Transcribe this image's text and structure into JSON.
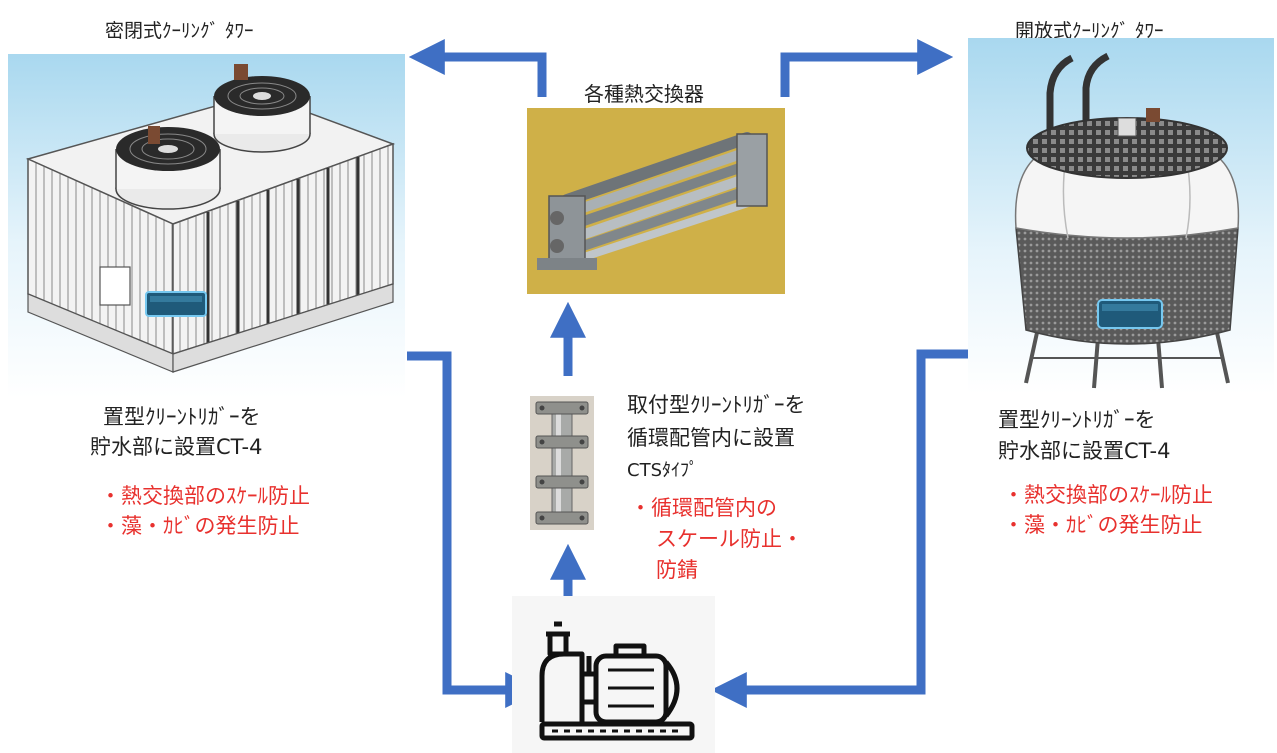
{
  "left_tower": {
    "title": "密閉式ｸｰﾘﾝｸﾞ ﾀﾜｰ",
    "caption_line1": "置型ｸﾘｰﾝﾄﾘｶﾞｰを",
    "caption_line2": "貯水部に設置CT-4",
    "benefit1": "・熱交換部のｽｹｰﾙ防止",
    "benefit2": "・藻・ｶﾋﾞの発生防止"
  },
  "right_tower": {
    "title": "開放式ｸｰﾘﾝｸﾞ ﾀﾜｰ",
    "caption_line1": "置型ｸﾘｰﾝﾄﾘｶﾞｰを",
    "caption_line2": "貯水部に設置CT-4",
    "benefit1": "・熱交換部のｽｹｰﾙ防止",
    "benefit2": "・藻・ｶﾋﾞの発生防止"
  },
  "heat_exchanger": {
    "title": "各種熱交換器"
  },
  "center_device": {
    "caption_line1": "取付型ｸﾘｰﾝﾄﾘｶﾞｰを",
    "caption_line2": "循環配管内に設置",
    "caption_line3": "CTSﾀｲﾌﾟ",
    "benefit1": "・循環配管内の",
    "benefit2": "スケール防止・",
    "benefit3": "防錆"
  },
  "colors": {
    "arrow_blue": "#3f6fc4",
    "benefit_red": "#e8312e",
    "sky_blue": "#bfe3f2"
  },
  "icons": [
    "closed-cooling-tower",
    "open-cooling-tower",
    "heat-exchanger",
    "inline-clean-trigger",
    "pump"
  ]
}
